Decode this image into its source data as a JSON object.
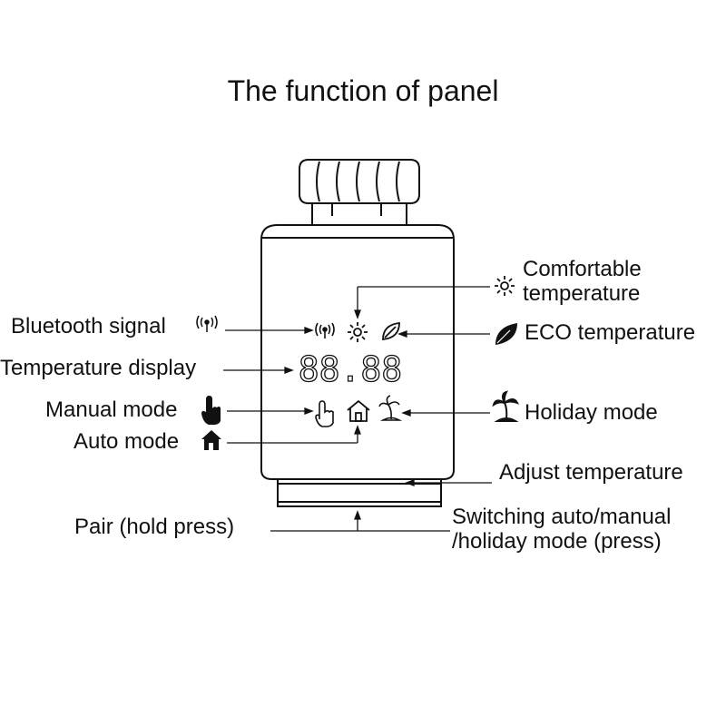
{
  "title": "The function of panel",
  "labels": {
    "bluetooth": "Bluetooth signal",
    "temperature_display": "Temperature display",
    "manual_mode": "Manual mode",
    "auto_mode": "Auto mode",
    "comfortable_line1": "Comfortable",
    "comfortable_line2": "temperature",
    "eco": "ECO temperature",
    "holiday": "Holiday mode",
    "adjust": "Adjust temperature",
    "pair": "Pair (hold press)",
    "switching_line1": "Switching auto/manual",
    "switching_line2": "/holiday mode (press)"
  },
  "display": {
    "digits": "88.88"
  },
  "icons": [
    "bluetooth-signal-icon",
    "sun-icon",
    "leaf-icon",
    "hand-icon",
    "house-icon",
    "palm-tree-icon"
  ],
  "colors": {
    "line": "#111111",
    "background": "#ffffff"
  }
}
